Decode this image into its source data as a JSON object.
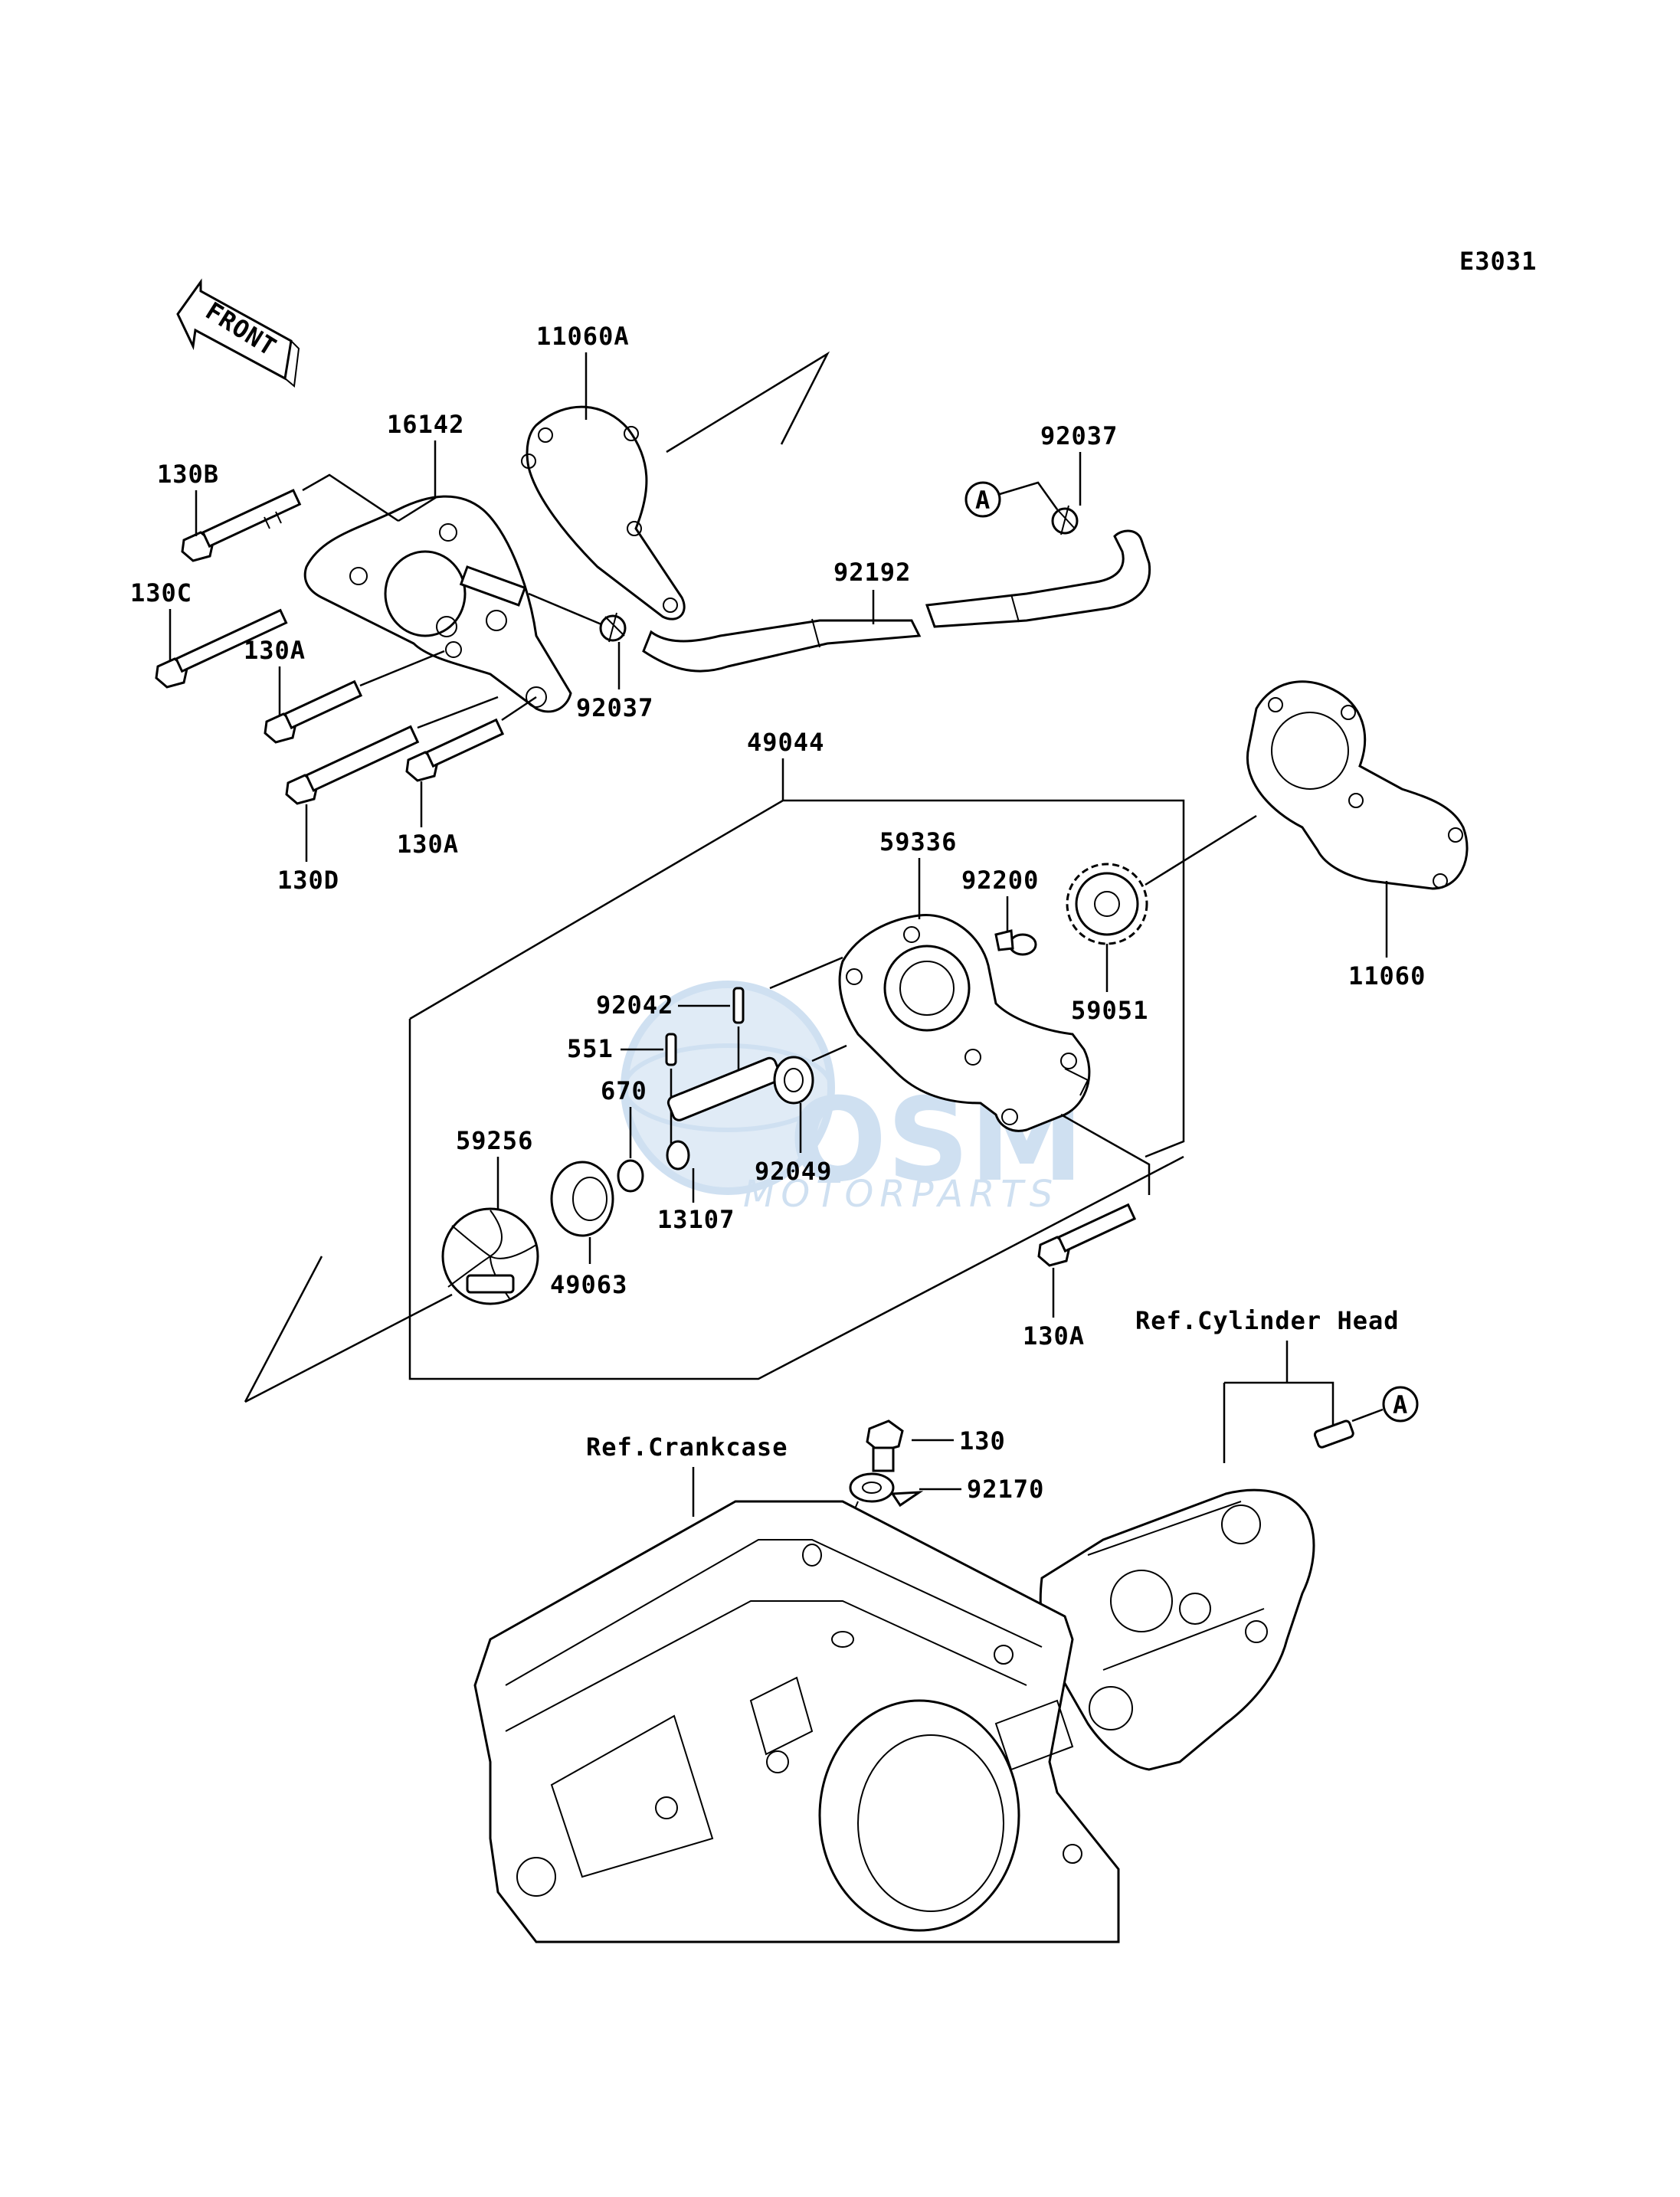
{
  "diagram_code": "E3031",
  "front_arrow_label": "FRONT",
  "callout_A": "A",
  "watermark": {
    "brand": "OSM",
    "sub": "MOTORPARTS"
  },
  "parts": {
    "p11060A": "11060A",
    "p16142": "16142",
    "p130B": "130B",
    "p130C": "130C",
    "p130A_1": "130A",
    "p130A_2": "130A",
    "p130A_3": "130A",
    "p130D": "130D",
    "p92037_top": "92037",
    "p92037_bottom": "92037",
    "p92192": "92192",
    "p49044": "49044",
    "p59336": "59336",
    "p92200": "92200",
    "p11060": "11060",
    "p59051": "59051",
    "p92042": "92042",
    "p551": "551",
    "p670": "670",
    "p92049": "92049",
    "p13107": "13107",
    "p59256": "59256",
    "p49063": "49063",
    "p130": "130",
    "p92170": "92170"
  },
  "refs": {
    "crankcase": "Ref.Crankcase",
    "cylinder_head": "Ref.Cylinder Head"
  }
}
